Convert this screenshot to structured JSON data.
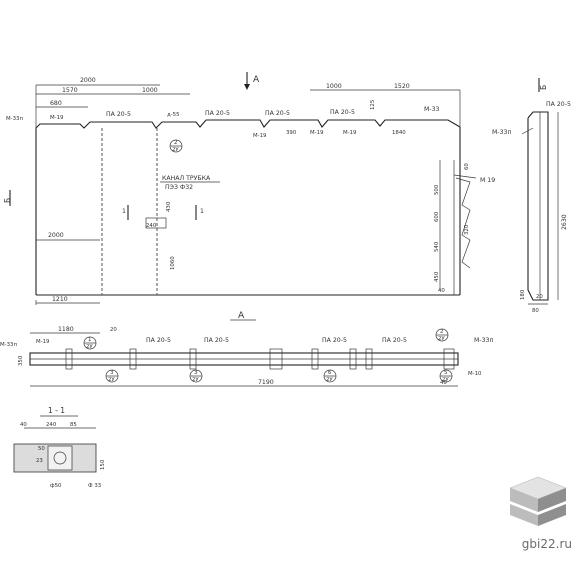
{
  "drawing": {
    "label_A": "А",
    "label_B": "Б",
    "section_mark": "1",
    "front": {
      "dims": {
        "d2000_top": "2000",
        "d1570": "1570",
        "d1000_left": "1000",
        "d680": "680",
        "d1000_right": "1000",
        "d1520": "1520",
        "d2000_mid": "2000",
        "d1210": "1210",
        "d1060": "1060",
        "d430": "430",
        "d240": "240",
        "d55": "55",
        "d125": "125",
        "d390": "390",
        "d1840": "1840",
        "d60": "60",
        "d500": "500",
        "d600": "600",
        "d540": "540",
        "d450": "450",
        "d320": "320",
        "d40": "40"
      },
      "labels": {
        "pa_1": "ПА 20-5",
        "pa_2": "ПА 20-5",
        "pa_3": "ПА 20-5",
        "pa_4": "ПА 20-5",
        "m33_left": "М-33п",
        "m19": "М-19",
        "m19b": "М-19",
        "m19c": "М-19",
        "m33_right": "М-33",
        "m19_right": "М 19",
        "d55label": "д-55",
        "canal_1": "КАНАЛ ТРУБКА",
        "canal_2": "ПЭЗ Ф32",
        "bubble_top": "2",
        "bubble_bottom": "2У"
      }
    },
    "side": {
      "pa": "ПА 20-5",
      "m33": "М-33п",
      "d2630": "2630",
      "d20": "20",
      "d80": "80",
      "d180": "180"
    },
    "plan": {
      "d1180": "1180",
      "d20": "20",
      "d7190": "7190",
      "d350": "350",
      "d40": "40",
      "labels": {
        "m33_left": "М-33п",
        "m19": "М-19",
        "pa_1": "ПА 20-5",
        "pa_2": "ПА 20-5",
        "pa_3": "ПА 20-5",
        "pa_4": "ПА 20-5",
        "m33_right": "М-33п",
        "m10": "М-10",
        "bubbles": [
          {
            "top": "1",
            "bottom": "2У"
          },
          {
            "top": "3",
            "bottom": "2У"
          },
          {
            "top": "3",
            "bottom": "2У"
          },
          {
            "top": "6",
            "bottom": "2У"
          },
          {
            "top": "2",
            "bottom": "2У"
          },
          {
            "top": "5",
            "bottom": "2У"
          }
        ]
      }
    },
    "section": {
      "title": "1 - 1",
      "d40": "40",
      "d240": "240",
      "d85": "85",
      "d50": "50",
      "d150": "150",
      "d23": "23",
      "dia50": "ф50",
      "dia33": "Ф 33"
    }
  },
  "watermark": {
    "text": "gbi22.ru",
    "colors": {
      "cube_light": "#e3e3e3",
      "cube_mid": "#bcbcbc",
      "cube_dark": "#8f8f8f"
    }
  }
}
